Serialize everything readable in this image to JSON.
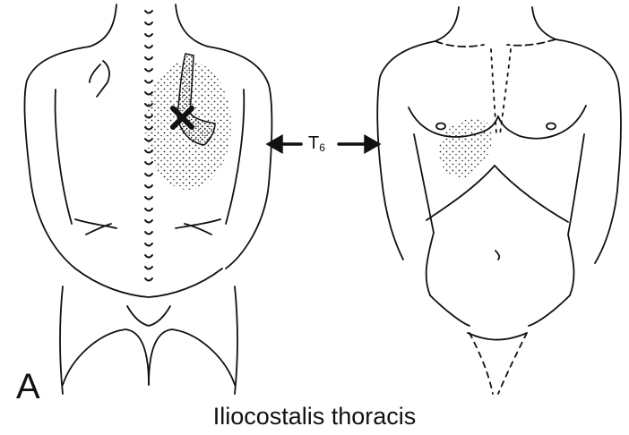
{
  "panel_letter": "A",
  "caption": "Iliocostalis thoracis",
  "level_label": {
    "main": "T",
    "sub": "6"
  },
  "colors": {
    "ink": "#111111",
    "background": "#ffffff"
  }
}
